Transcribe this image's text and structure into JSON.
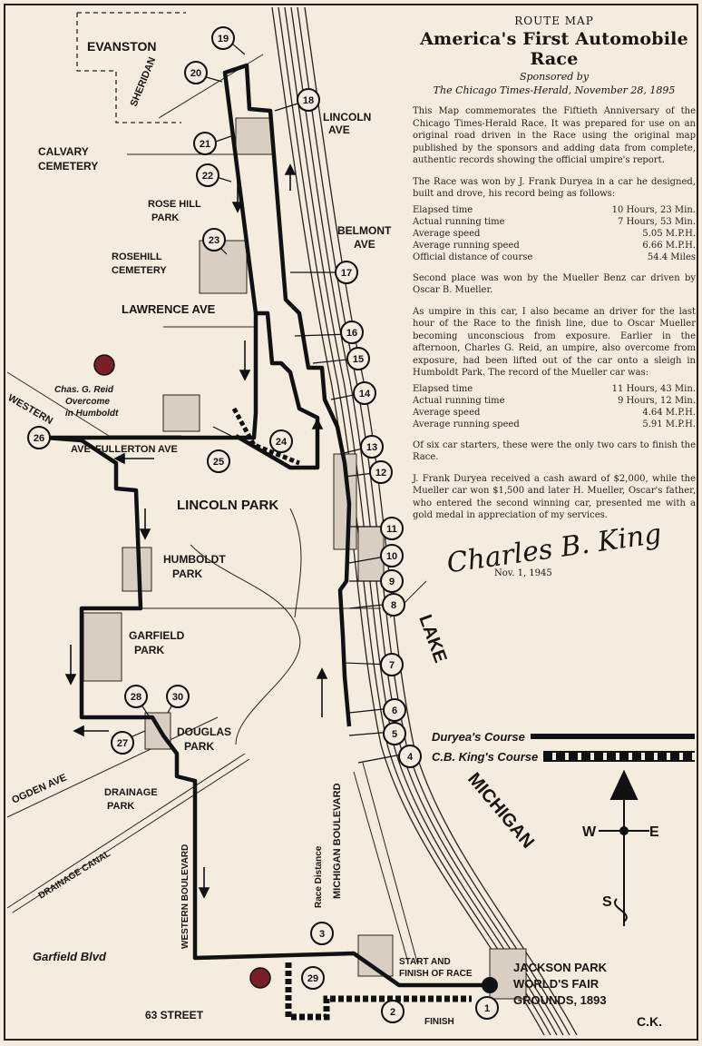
{
  "header": {
    "kicker": "ROUTE MAP",
    "title": "America's First Automobile Race",
    "sponsored": "Sponsored by",
    "sponsor_line": "The Chicago Times-Herald, November 28, 1895"
  },
  "text": {
    "p1": "This Map commemorates the Fiftieth Anniversary of the Chicago Times-Herald Race. It was prepared for use on an original road driven in the Race using the original map published by the sponsors and adding data from complete, authentic records showing the official umpire's report.",
    "p2": "The Race was won by J. Frank Duryea in a car he designed, built and drove, his record being as follows:",
    "stats1": [
      {
        "label": "Elapsed time",
        "value": "10 Hours, 23 Min."
      },
      {
        "label": "Actual running time",
        "value": "7 Hours, 53 Min."
      },
      {
        "label": "Average speed",
        "value": "5.05 M.P.H."
      },
      {
        "label": "Average running speed",
        "value": "6.66 M.P.H."
      },
      {
        "label": "Official distance of course",
        "value": "54.4 Miles"
      }
    ],
    "p3": "Second place was won by the Mueller Benz car driven by Oscar B. Mueller.",
    "p4": "As umpire in this car, I also became an driver for the last hour of the Race to the finish line, due to Oscar Mueller becoming unconscious from exposure. Earlier in the afternoon, Charles G. Reid, an umpire, also overcome from exposure, had been lifted out of the car onto a sleigh in Humboldt Park. The record of the Mueller car was:",
    "stats2": [
      {
        "label": "Elapsed time",
        "value": "11 Hours, 43 Min."
      },
      {
        "label": "Actual running time",
        "value": "9 Hours, 12 Min."
      },
      {
        "label": "Average speed",
        "value": "4.64 M.P.H."
      },
      {
        "label": "Average running speed",
        "value": "5.91 M.P.H."
      }
    ],
    "p5": "Of six car starters, these were the only two cars to finish the Race.",
    "p6": "J. Frank Duryea received a cash award of $2,000, while the Mueller car won $1,500 and later H. Mueller, Oscar's father, who entered the second winning car, presented me with a gold medal in appreciation of my services.",
    "signature": "Charles B. King",
    "sig_date": "Nov. 1, 1945"
  },
  "legend": {
    "duryea": "Duryea's Course",
    "king": "C.B. King's Course"
  },
  "compass": {
    "w": "W",
    "e": "E",
    "s": "S"
  },
  "map": {
    "evanston": "EVANSTON",
    "sheridan": "SHERIDAN",
    "calvary": "CALVARY",
    "cemetery": "CEMETERY",
    "lincoln_ave": "LINCOLN",
    "lincoln_ave2": "AVE",
    "rosehill": "ROSE HILL",
    "park": "PARK",
    "rosehill_cem": "ROSEHILL",
    "rosehill_cem2": "CEMETERY",
    "belmont": "BELMONT",
    "belmont2": "AVE",
    "lawrence": "LAWRENCE AVE",
    "west_ave": "WESTERN",
    "west_ave2": "AVE",
    "fullerton": "FULLERTON AVE",
    "lincoln_park": "LINCOLN PARK",
    "humboldt": "HUMBOLDT",
    "humboldt2": "PARK",
    "garfield": "GARFIELD",
    "garfield2": "PARK",
    "douglas": "DOUGLAS",
    "douglas2": "PARK",
    "ogden": "OGDEN AVE",
    "drainage": "DRAINAGE",
    "drainage2": "PARK",
    "canal": "DRAINAGE CANAL",
    "michigan_blvd": "MICHIGAN BOULEVARD",
    "lake": "LAKE",
    "michigan": "MICHIGAN",
    "jackson1": "JACKSON PARK",
    "jackson2": "WORLD'S FAIR",
    "jackson3": "GROUNDS, 1893",
    "garfield_blvd": "Garfield Blvd",
    "sixty_third": "63 STREET",
    "finish": "FINISH",
    "start": "START AND",
    "start2": "FINISH OF RACE",
    "western_blvd": "WESTERN BOULEVARD",
    "race_dist": "Race Distance",
    "charles_reid": "Chas. G. Reid",
    "charles_reid2": "Overcome",
    "charles_reid3": "in Humboldt",
    "ck": "C.K.",
    "checkpoints": [
      "1",
      "2",
      "3",
      "4",
      "5",
      "6",
      "7",
      "8",
      "9",
      "10",
      "11",
      "12",
      "13",
      "14",
      "15",
      "16",
      "17",
      "18",
      "19",
      "20",
      "21",
      "22",
      "23",
      "24",
      "25",
      "26",
      "27",
      "28",
      "29",
      "30"
    ]
  }
}
